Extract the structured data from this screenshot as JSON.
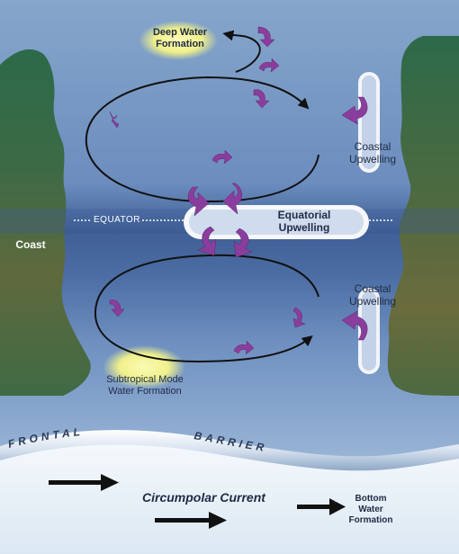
{
  "labels": {
    "deep_water_formation": [
      "Deep Water",
      "Formation"
    ],
    "coastal_upwelling_top": [
      "Coastal",
      "Upwelling"
    ],
    "coastal_upwelling_bottom": [
      "Coastal",
      "Upwelling"
    ],
    "equatorial_upwelling": [
      "Equatorial",
      "Upwelling"
    ],
    "equator": "EQUATOR",
    "coast": "Coast",
    "subtropical_mode": [
      "Subtropical Mode",
      "Water Formation"
    ],
    "frontal_barrier": "FRONTAL  BARRIER",
    "circumpolar_current": "Circumpolar Current",
    "bottom_water_formation": [
      "Bottom",
      "Water",
      "Formation"
    ]
  },
  "colors": {
    "ocean_top": "#86a6cb",
    "ocean_mid": "#5f80b3",
    "equator_band": "#3f5f96",
    "land_green": "#2f6a4a",
    "land_brown": "#6a6a3a",
    "circumpolar_water": "#eaf2f8",
    "upwelling_arrow": "#8b3d9e",
    "flow_arrow": "#111111",
    "highlight_glow": "#f1f28a"
  }
}
